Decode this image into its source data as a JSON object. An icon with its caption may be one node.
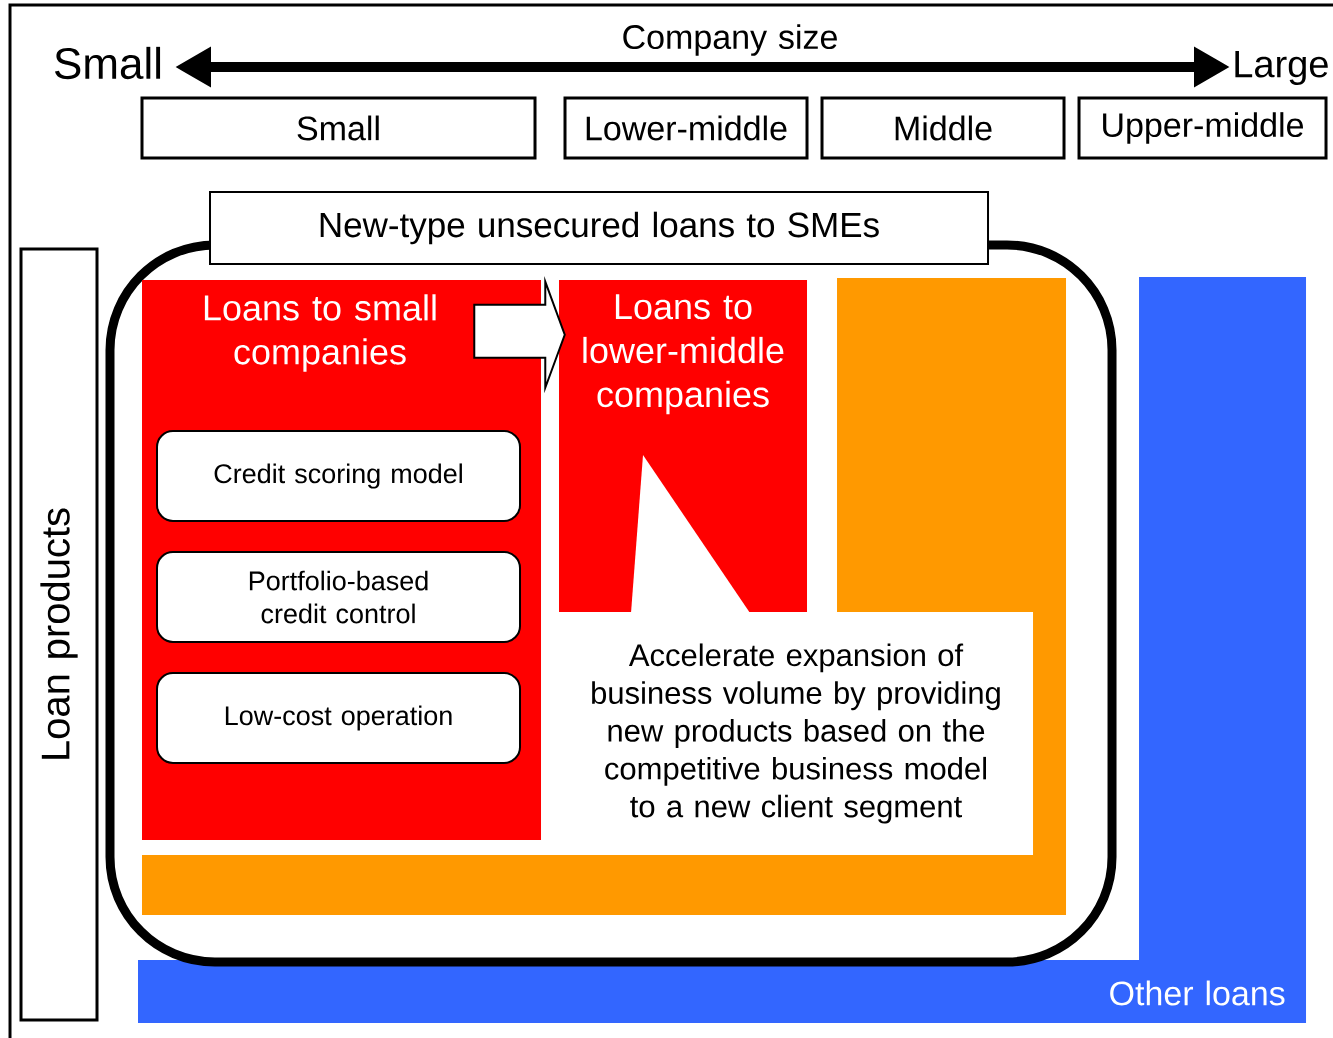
{
  "diagram": {
    "nodes": [
      {
        "text": [
          "Small"
        ]
      },
      {
        "text": [
          "Lower-middle"
        ]
      },
      {
        "text": [
          "Middle"
        ]
      },
      {
        "text": [
          "Upper-middle"
        ]
      },
      {
        "text": [
          "Loan products"
        ]
      },
      {
        "text": [
          "New-type unsecured loans to SMEs"
        ]
      },
      {
        "text": [],
        "shape": "box",
        "in": 5
      },
      {
        "text": [
          "Loans to small companies"
        ],
        "in": 5
      },
      {
        "text": [
          "Credit scoring model"
        ],
        "in": 7
      },
      {
        "text": [
          "Portfolio-based credit control"
        ],
        "in": 7
      },
      {
        "text": [
          "Low-cost operation"
        ],
        "in": 7
      },
      {
        "text": [
          "Loans to lower-middle companies"
        ],
        "in": 5
      },
      {
        "text": [
          "Accelerate expansion of business volume by providing new products based on the competitive business model to a new client segment"
        ],
        "in": 5
      },
      {
        "text": [
          "Other loans"
        ]
      }
    ],
    "edges": [
      {
        "from": 7,
        "to": 11,
        "arrow": "to"
      }
    ],
    "labels": [
      "Company size",
      "Small",
      "Large"
    ]
  }
}
